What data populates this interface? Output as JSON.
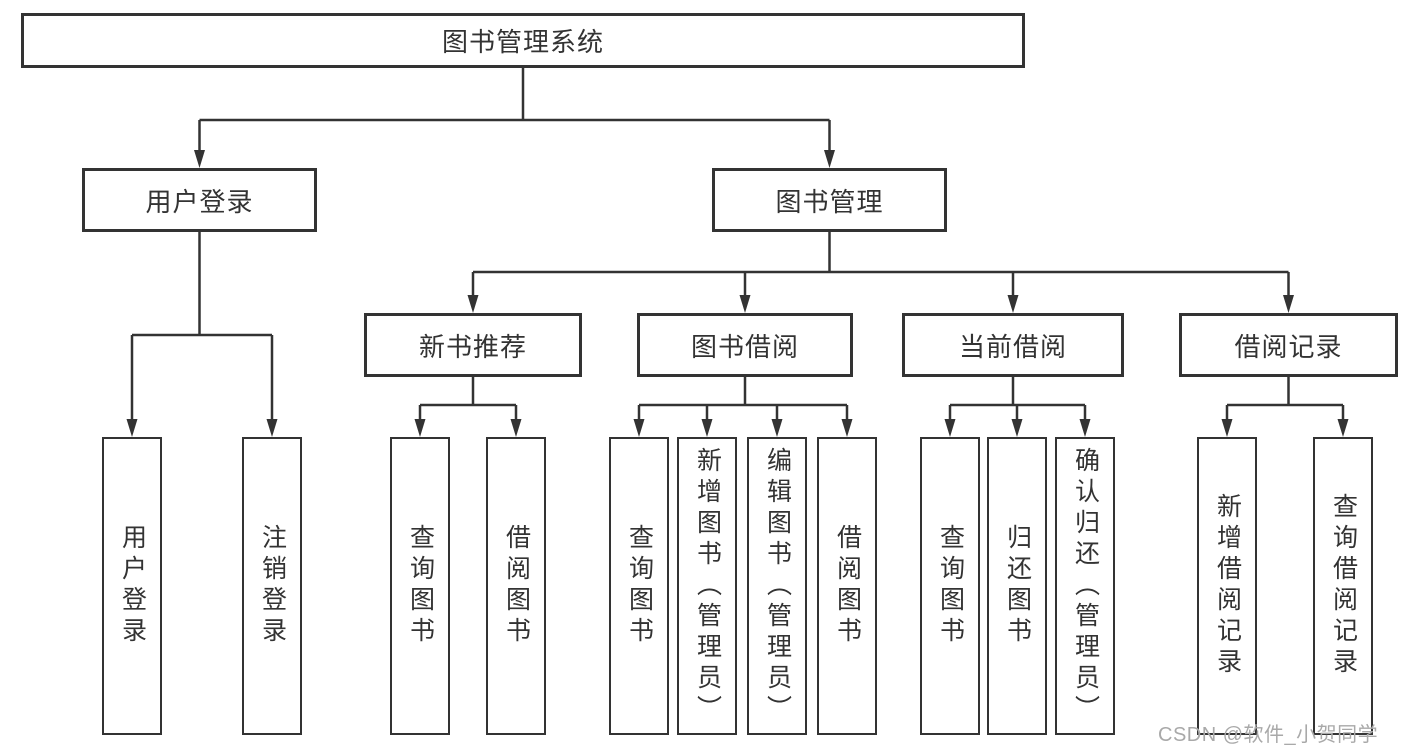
{
  "tree": {
    "label": "图书管理系统",
    "children": [
      {
        "label": "用户登录",
        "children": [
          {
            "label": "用户登录"
          },
          {
            "label": "注销登录"
          }
        ]
      },
      {
        "label": "图书管理",
        "children": [
          {
            "label": "新书推荐",
            "children": [
              {
                "label": "查询图书"
              },
              {
                "label": "借阅图书"
              }
            ]
          },
          {
            "label": "图书借阅",
            "children": [
              {
                "label": "查询图书"
              },
              {
                "label": "新增图书（管理员）"
              },
              {
                "label": "编辑图书（管理员）"
              },
              {
                "label": "借阅图书"
              }
            ]
          },
          {
            "label": "当前借阅",
            "children": [
              {
                "label": "查询图书"
              },
              {
                "label": "归还图书"
              },
              {
                "label": "确认归还（管理员）"
              }
            ]
          },
          {
            "label": "借阅记录",
            "children": [
              {
                "label": "新增借阅记录"
              },
              {
                "label": "查询借阅记录"
              }
            ]
          }
        ]
      }
    ]
  },
  "watermark": {
    "text": "CSDN @软件_小贺同学"
  },
  "colors": {
    "line": "#333333",
    "text": "#333333",
    "box_background": "#ffffff",
    "page_background": "#ffffff",
    "watermark": "#a9a9a9"
  }
}
